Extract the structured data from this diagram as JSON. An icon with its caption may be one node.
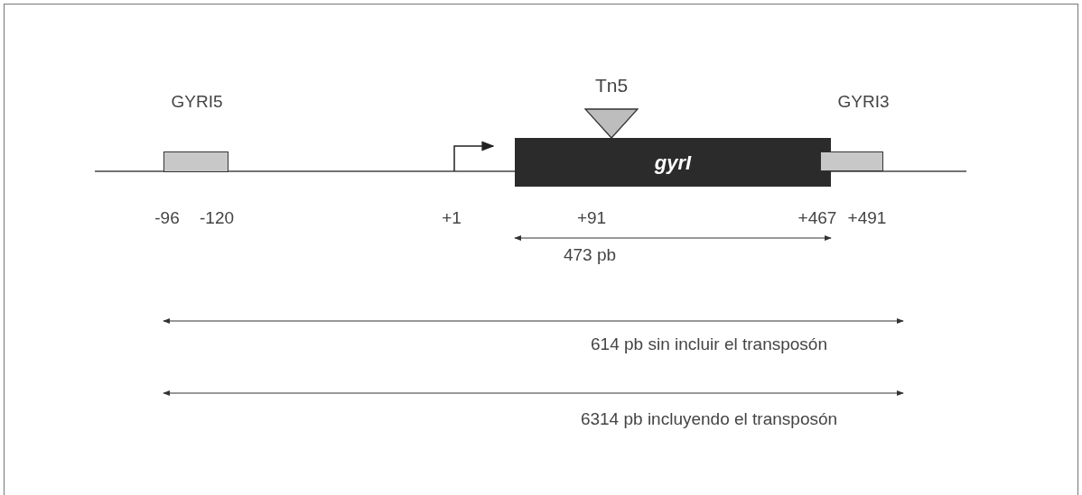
{
  "diagram": {
    "nodes": [
      {
        "text": [
          "GYRI5"
        ]
      },
      {
        "text": [
          "gyrI"
        ]
      },
      {
        "text": [
          "Tn5"
        ]
      },
      {
        "text": [
          "GYRI3"
        ]
      }
    ],
    "labels": [
      "-96",
      "-120",
      "+1",
      "+91",
      "+467",
      "+491",
      "473 pb",
      "614 pb sin incluir el transposón",
      "6314 pb incluyendo el transposón"
    ]
  }
}
